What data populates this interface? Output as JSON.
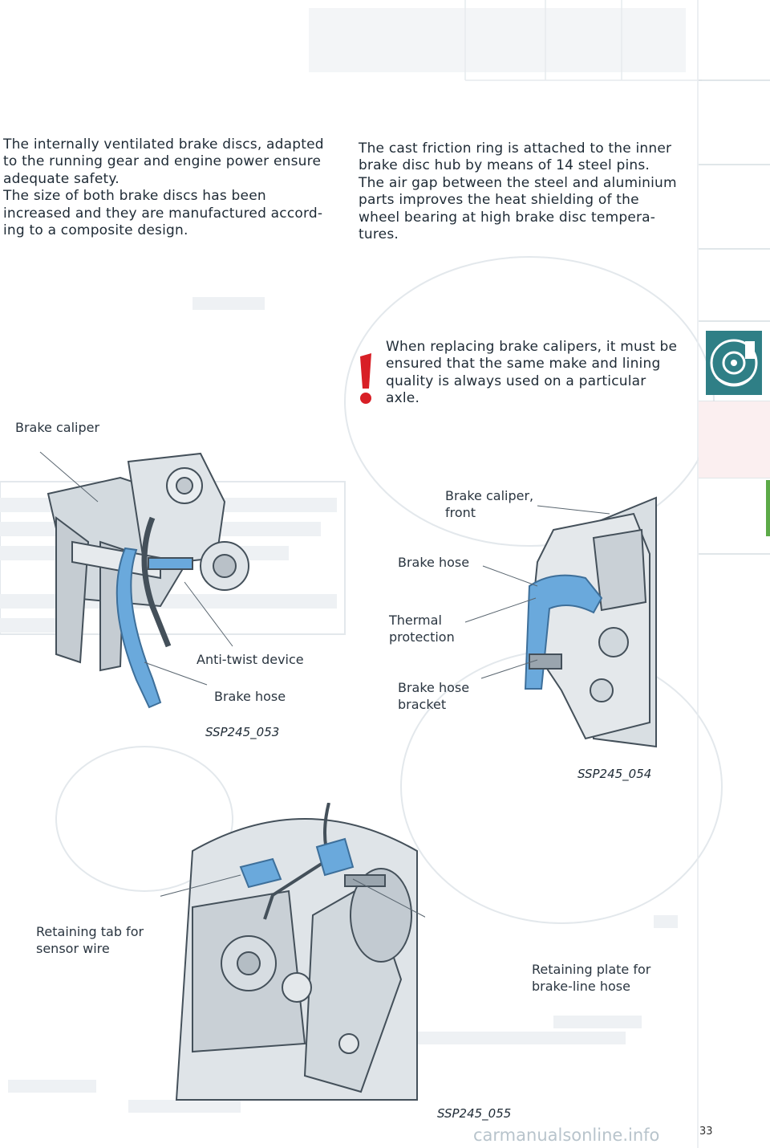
{
  "paragraphs": {
    "left": [
      "The internally ventilated brake discs, adapted",
      "to the running gear and engine power ensure",
      "adequate safety.",
      "The size of both brake discs has been",
      "increased and they are manufactured accord-",
      "ing to a composite design."
    ],
    "right": [
      "The cast friction ring is attached to the inner",
      "brake disc hub by means of 14 steel pins.",
      "The air gap between the steel and aluminium",
      "parts improves the heat shielding of the",
      "wheel bearing at high brake disc tempera-",
      "tures."
    ]
  },
  "warning": {
    "icon": "exclamation-icon",
    "lines": [
      "When replacing brake calipers, it must be",
      "ensured that the same make and lining",
      "quality is always used on a particular",
      "axle."
    ]
  },
  "figure_053": {
    "labels": {
      "brake_caliper": "Brake caliper",
      "anti_twist": "Anti-twist device",
      "brake_hose": "Brake hose"
    },
    "caption": "SSP245_053"
  },
  "figure_054": {
    "labels": {
      "caliper_front_1": "Brake caliper,",
      "caliper_front_2": "front",
      "brake_hose": "Brake hose",
      "thermal_1": "Thermal",
      "thermal_2": "protection",
      "bracket_1": "Brake hose",
      "bracket_2": "bracket"
    },
    "caption": "SSP245_054"
  },
  "figure_055": {
    "labels": {
      "tab_1": "Retaining tab for",
      "tab_2": "sensor wire",
      "plate_1": "Retaining plate for",
      "plate_2": "brake-line hose"
    },
    "caption": "SSP245_055"
  },
  "page_number": "33",
  "watermark": "carmanualsonline.info",
  "colors": {
    "accent_tab": "#2f7f86",
    "hose_blue": "#6aa9dc",
    "warning_red": "#d81f26"
  }
}
